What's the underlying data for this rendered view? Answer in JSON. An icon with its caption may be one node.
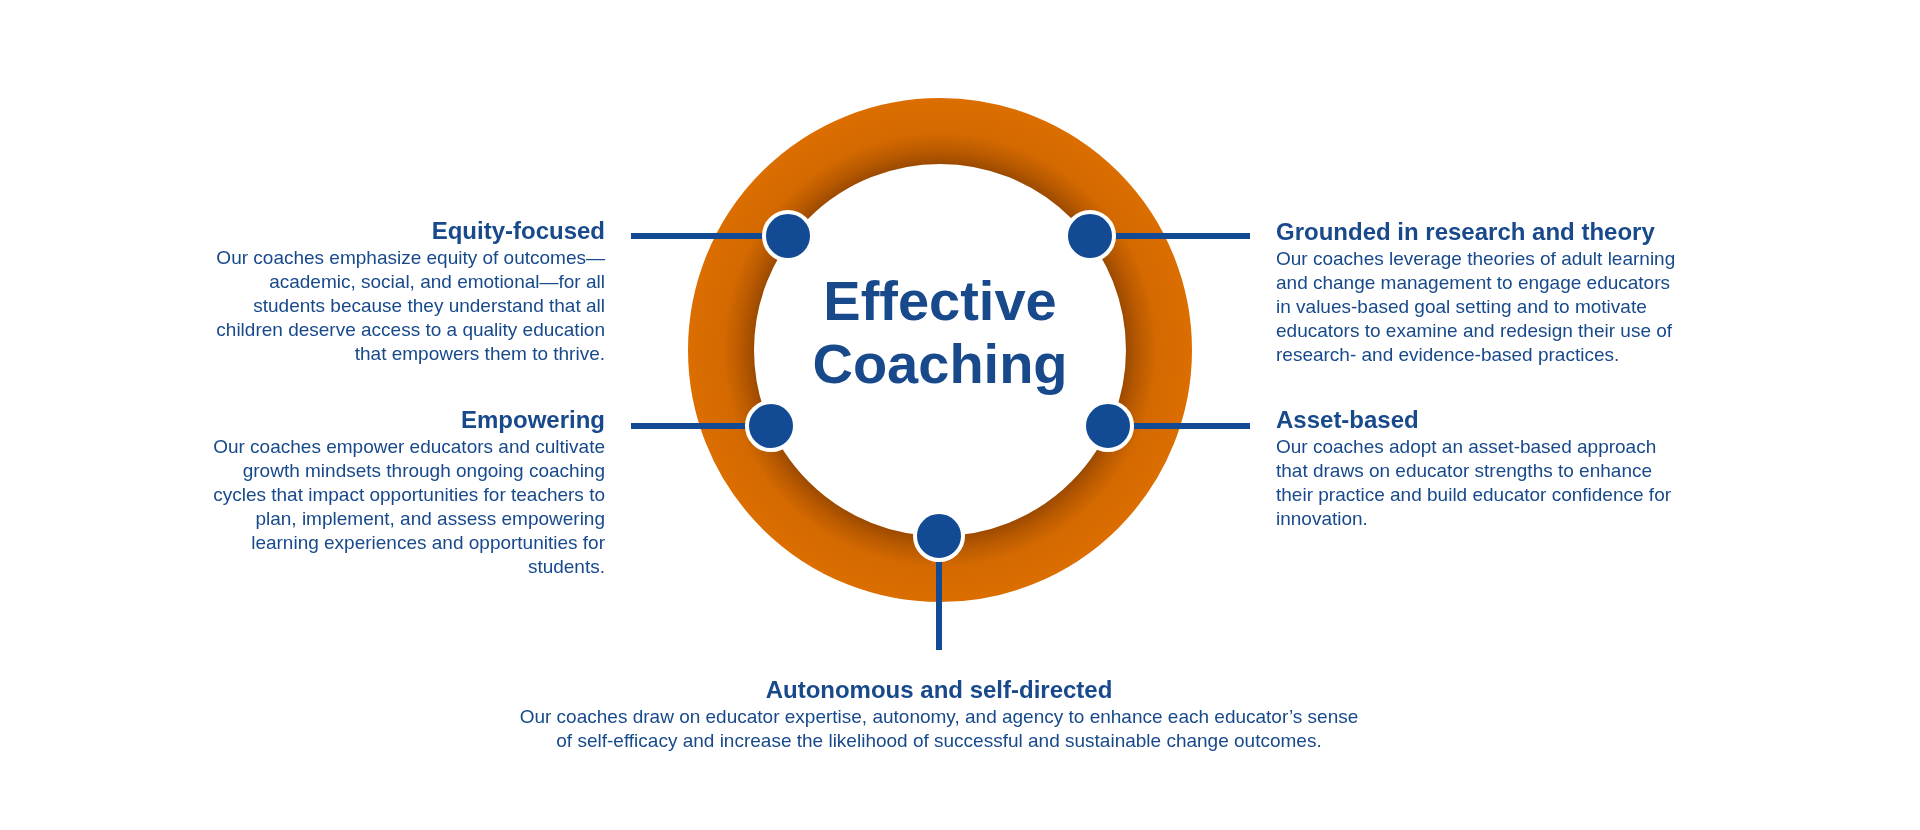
{
  "diagram": {
    "nodes": [
      {
        "text": [
          "Effective Coaching"
        ]
      },
      {
        "text": [
          "Equity-focused",
          "Our coaches emphasize equity of outcomes—academic, social, and emotional—for all students because they understand that all children deserve access to a quality education that empowers them to thrive."
        ]
      },
      {
        "text": [
          "Grounded in research and theory",
          "Our coaches leverage theories of adult learning and change management to engage educators in values-based goal setting and to motivate educators to examine and redesign their use of research- and evidence-based practices."
        ]
      },
      {
        "text": [
          "Empowering",
          "Our coaches empower educators and cultivate growth mindsets through ongoing coaching cycles that impact opportunities for teachers to plan, implement, and assess empowering learning experiences and opportunities for students."
        ]
      },
      {
        "text": [
          "Asset-based",
          "Our coaches adopt an asset-based approach that draws on educator strengths to enhance their practice and build educator confidence for innovation."
        ]
      },
      {
        "text": [
          "Autonomous and self-directed",
          "Our coaches draw on educator expertise, autonomy, and agency to enhance each educator’s sense of self-efficacy and increase the likelihood of successful and sustainable change outcomes."
        ]
      },
      {
        "text": [],
        "shape": "circle",
        "in": 0
      },
      {
        "text": [],
        "shape": "circle",
        "in": 0
      },
      {
        "text": [],
        "shape": "circle",
        "in": 0
      },
      {
        "text": [],
        "shape": "circle",
        "in": 0
      },
      {
        "text": [],
        "shape": "circle",
        "in": 0
      }
    ],
    "edges": [
      {
        "from": 1,
        "to": 6,
        "arrow": "none"
      },
      {
        "from": 2,
        "to": 7,
        "arrow": "none"
      },
      {
        "from": 3,
        "to": 8,
        "arrow": "none"
      },
      {
        "from": 4,
        "to": 9,
        "arrow": "none"
      },
      {
        "from": 5,
        "to": 10,
        "arrow": "none"
      }
    ]
  }
}
